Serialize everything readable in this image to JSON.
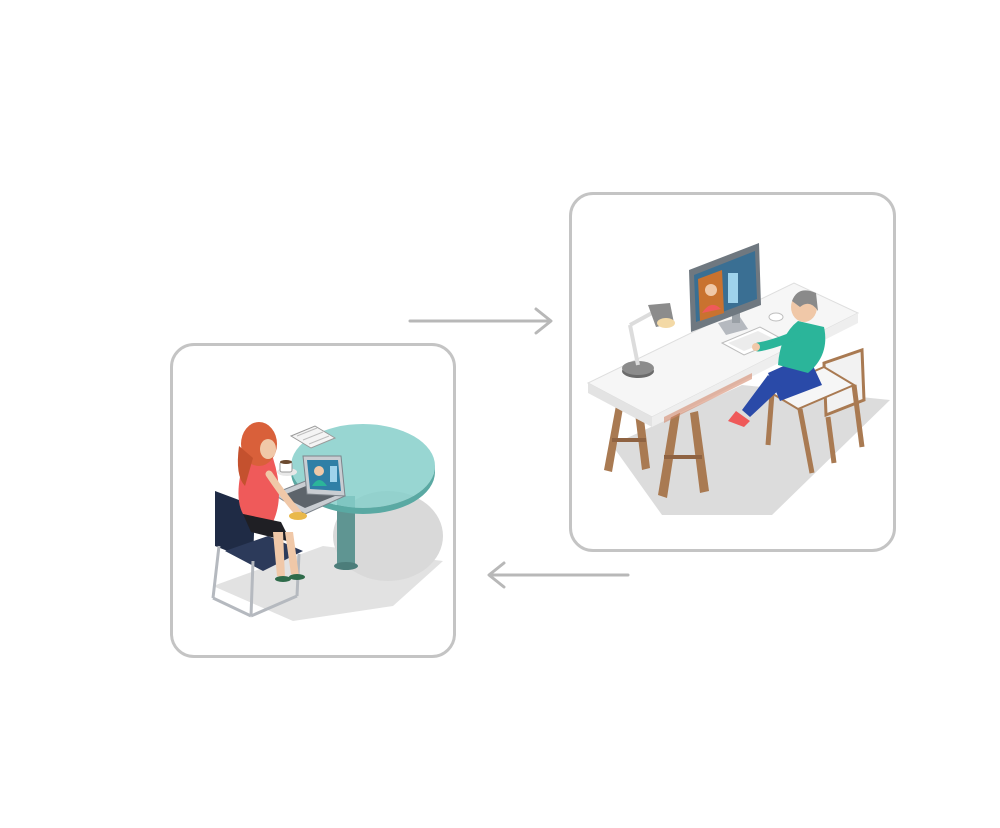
{
  "diagram": {
    "type": "video-call-exchange-cycle",
    "panels": [
      {
        "id": "left",
        "scene": "woman-at-round-table-with-laptop",
        "colors": {
          "table": "#86cfca",
          "hair": "#d9603a",
          "shirt": "#ef5a5a",
          "chair": "#1f2b45"
        }
      },
      {
        "id": "right",
        "scene": "man-at-desk-with-monitor",
        "colors": {
          "shirt": "#2bb59a",
          "pants": "#2a4aa8",
          "desk-legs": "#a97a52",
          "monitor": "#6f7880"
        }
      }
    ],
    "arrows": [
      {
        "from": "left",
        "to": "right",
        "direction": "right",
        "icon": "arrow-right-icon"
      },
      {
        "from": "right",
        "to": "left",
        "direction": "left",
        "icon": "arrow-left-icon"
      }
    ],
    "colors": {
      "panel_border": "#c4c4c4",
      "arrow": "#b8b8b8",
      "shadow": "#dcdcdc"
    }
  }
}
